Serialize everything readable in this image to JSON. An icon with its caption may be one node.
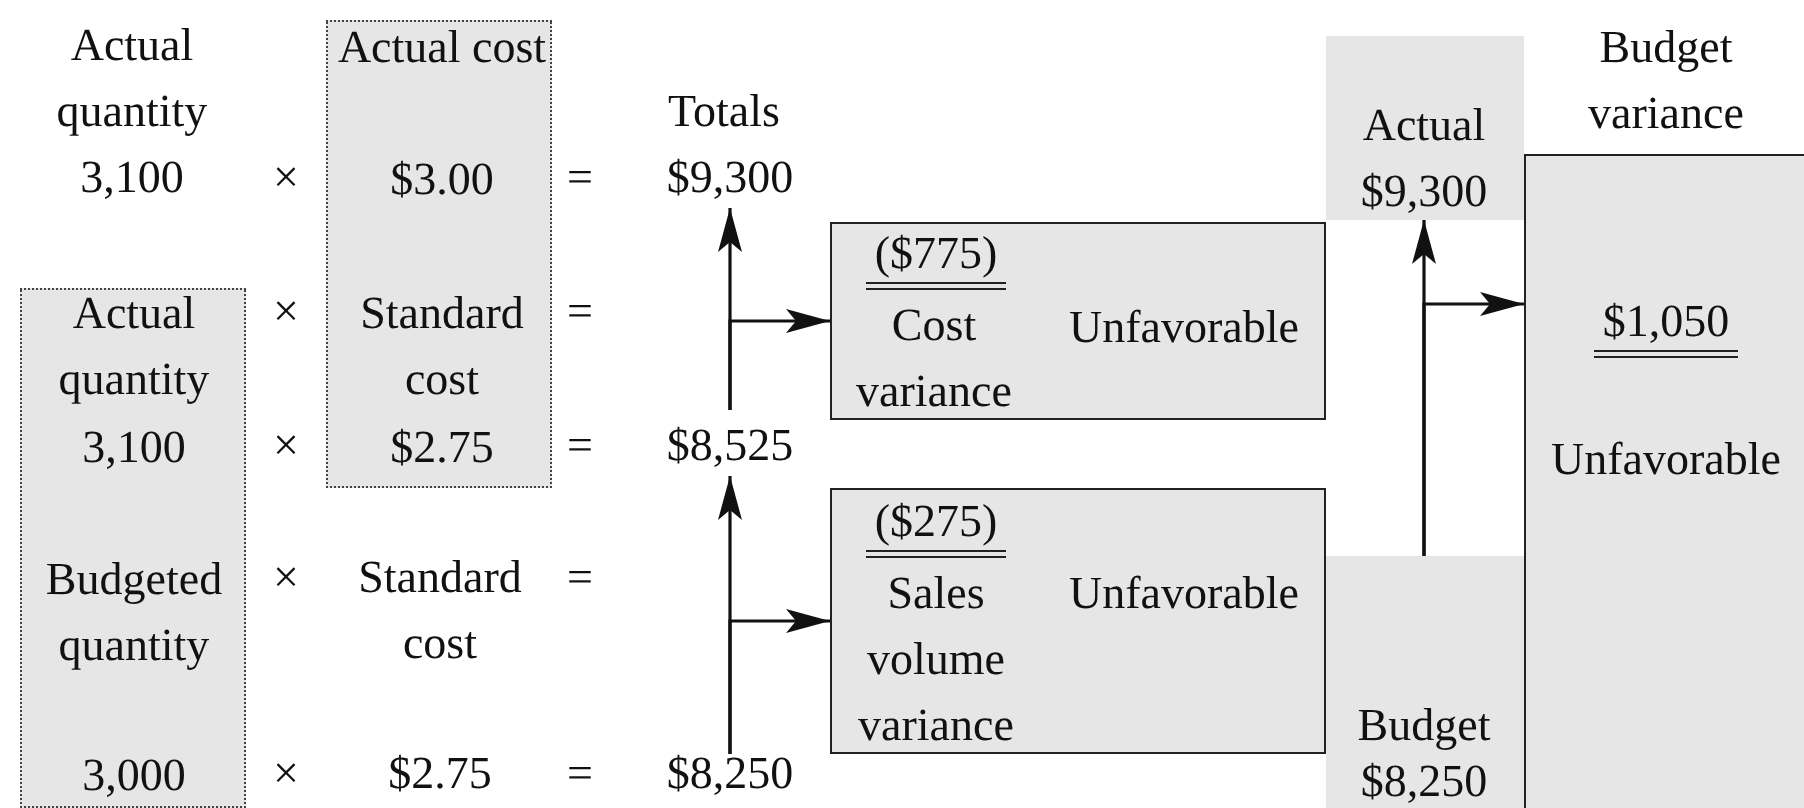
{
  "diagram": {
    "nodes": [
      {
        "text": [
          "Actual cost",
          "$3.00",
          "Standard cost",
          "$2.75"
        ]
      },
      {
        "text": [
          "$9,300"
        ]
      },
      {
        "text": [
          "Actual",
          "$9,300"
        ]
      },
      {
        "text": [
          "Budget variance",
          "$1,050",
          "Unfavorable"
        ]
      },
      {
        "text": [
          "Actual quantity",
          "3,100",
          "Budgeted quantity",
          "3,000"
        ]
      },
      {
        "text": [
          "($775)",
          "Cost variance",
          "Unfavorable"
        ]
      },
      {
        "text": [
          "$8,525"
        ]
      },
      {
        "text": [
          "($275)",
          "Sales volume variance",
          "Unfavorable"
        ]
      },
      {
        "text": [
          "$8,250"
        ]
      },
      {
        "text": [
          "Budget",
          "$8,250"
        ]
      }
    ],
    "edges": [
      {
        "from": 6,
        "to": 1,
        "arrow": "to"
      },
      {
        "from": 6,
        "to": 5,
        "arrow": "to"
      },
      {
        "from": 8,
        "to": 6,
        "arrow": "to"
      },
      {
        "from": 8,
        "to": 7,
        "arrow": "to"
      },
      {
        "from": 9,
        "to": 2,
        "arrow": "to"
      },
      {
        "from": 9,
        "to": 3,
        "arrow": "to"
      }
    ],
    "labels": [
      "Actual quantity",
      "Totals",
      "3,100",
      "×",
      "=",
      "×",
      "=",
      "×",
      "=",
      "×",
      "Standard cost",
      "=",
      "×",
      "$2.75",
      "="
    ]
  }
}
